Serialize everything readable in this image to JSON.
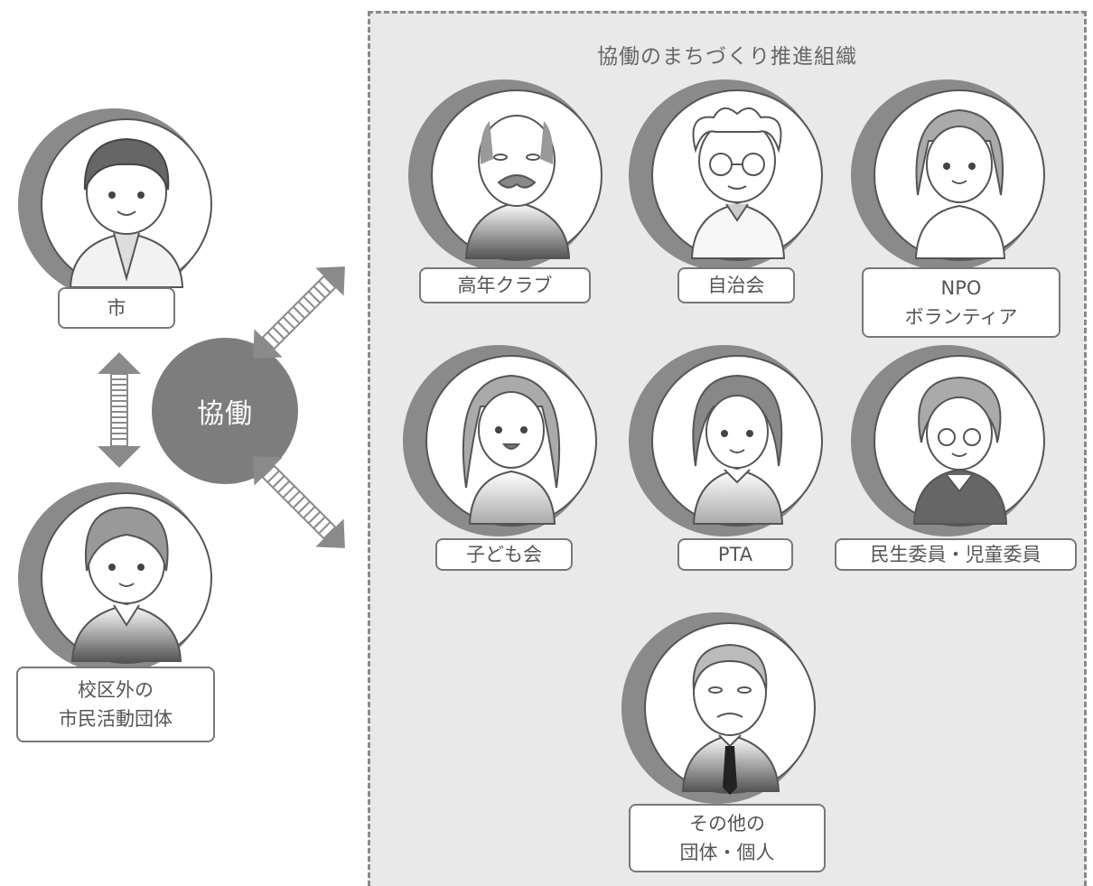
{
  "diagram": {
    "center_label": "協働",
    "group_title": "協働のまちづくり推進組織",
    "left_nodes": [
      {
        "id": "city",
        "lines": [
          "市"
        ],
        "icon": "man-in-suit-icon"
      },
      {
        "id": "outside_groups",
        "lines": [
          "校区外の",
          "市民活動団体"
        ],
        "icon": "young-person-icon"
      }
    ],
    "org_nodes": [
      {
        "id": "elderly_club",
        "lines": [
          "高年クラブ"
        ],
        "icon": "elderly-man-mustache-icon"
      },
      {
        "id": "neighborhood_assoc",
        "lines": [
          "自治会"
        ],
        "icon": "elderly-man-glasses-icon"
      },
      {
        "id": "npo",
        "lines": [
          "NPO",
          "ボランティア"
        ],
        "icon": "woman-short-hair-icon"
      },
      {
        "id": "kids_club",
        "lines": [
          "子ども会"
        ],
        "icon": "girl-long-hair-icon"
      },
      {
        "id": "pta",
        "lines": [
          "PTA"
        ],
        "icon": "woman-bob-hair-icon"
      },
      {
        "id": "welfare",
        "lines": [
          "民生委員・児童委員"
        ],
        "icon": "elderly-woman-glasses-icon"
      },
      {
        "id": "others",
        "lines": [
          "その他の",
          "団体・個人"
        ],
        "icon": "old-man-tie-icon"
      }
    ]
  },
  "colors": {
    "box_bg": "#e9e9e9",
    "circle_dark": "#7d7d7d",
    "arrow": "#8a8a8a",
    "border": "#777777"
  }
}
